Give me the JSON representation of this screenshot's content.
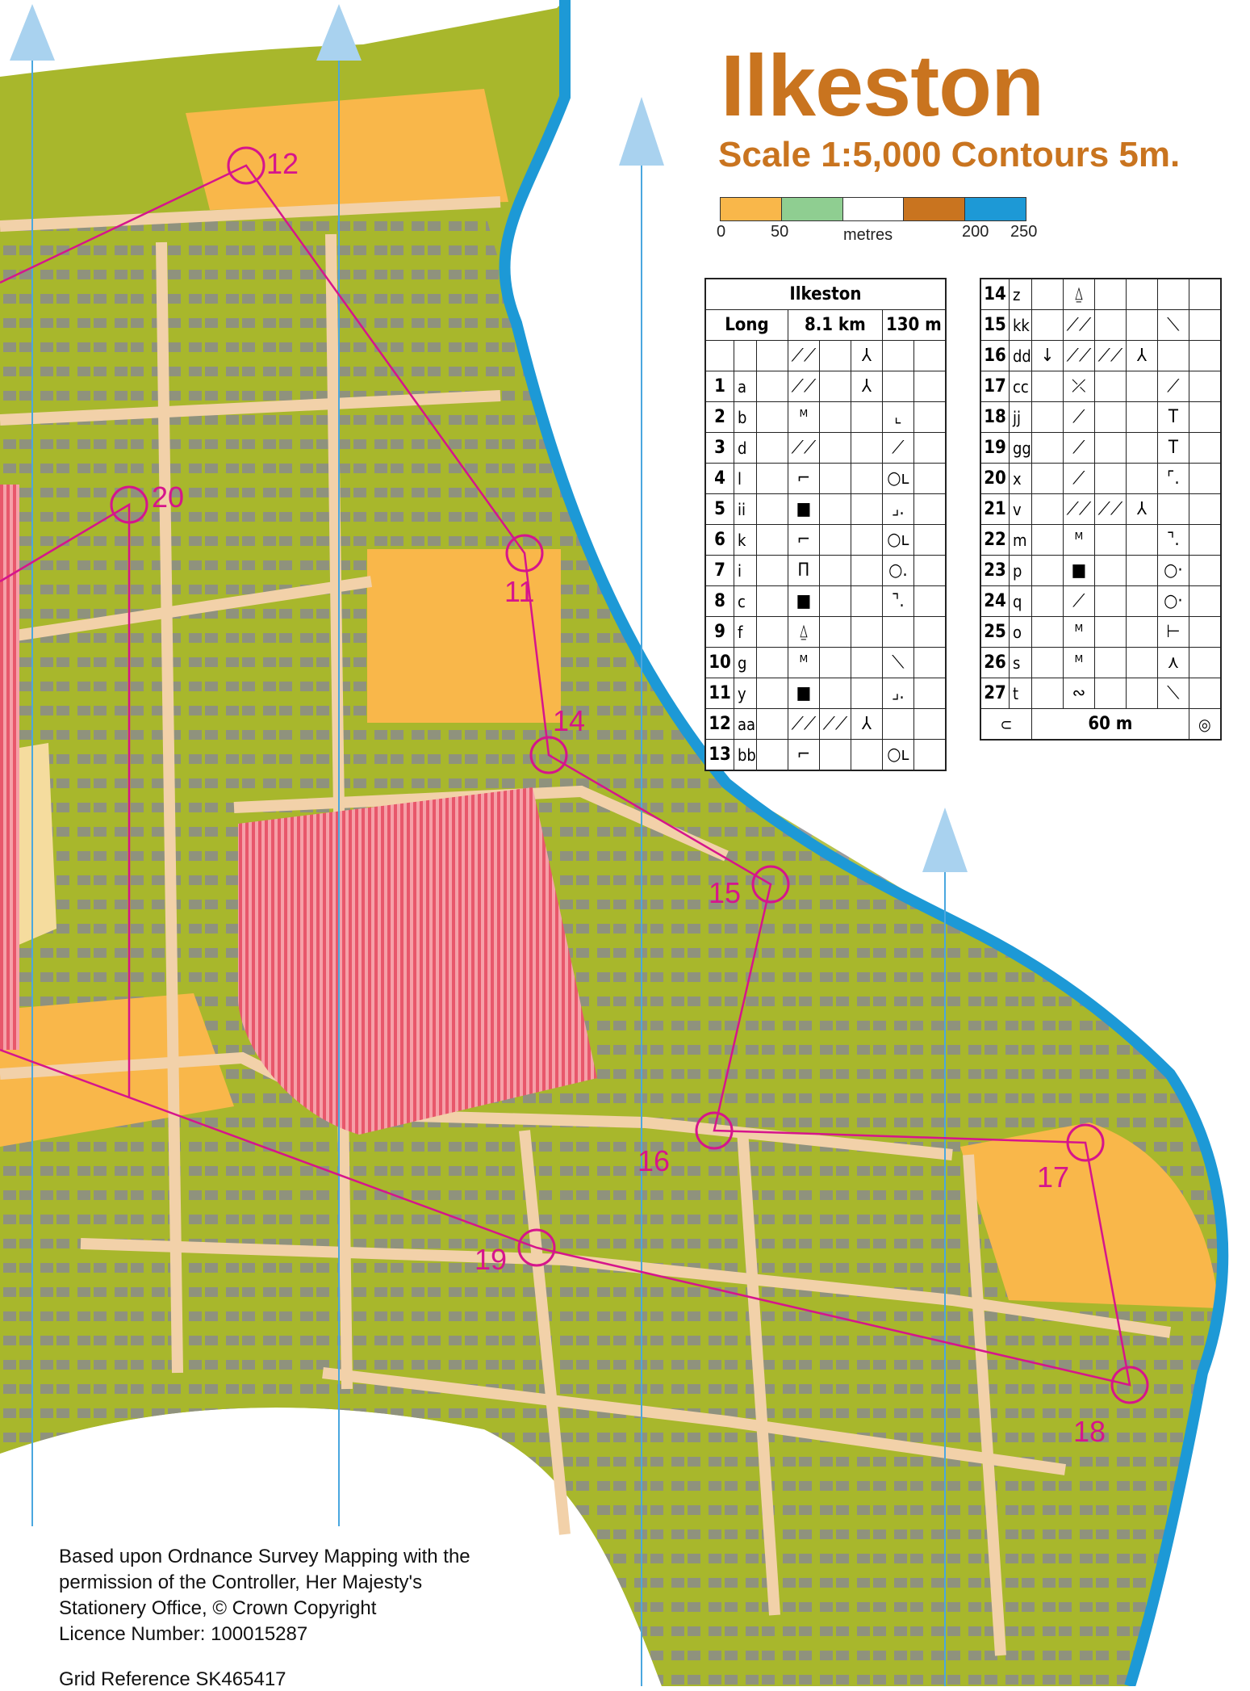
{
  "map": {
    "title": "Ilkeston",
    "subtitle": "Scale 1:5,000   Contours 5m.",
    "scale_bar": {
      "colors": [
        "#f9b74a",
        "#8fce91",
        "#ffffff",
        "#c9741f",
        "#1d99d6"
      ],
      "labels": [
        "0",
        "50",
        "metres",
        "200",
        "250"
      ]
    },
    "colors": {
      "forest": "#a8b72c",
      "open_land": "#f9b74a",
      "rough_open": "#f5dc9e",
      "building": "#8b8b8b",
      "paved": "#f2d1a9",
      "water": "#1d99d6",
      "course": "#d6158c",
      "out_of_bounds": "#e8576b",
      "north_arrow": "#a9d2ef"
    },
    "control_labels": [
      "11",
      "12",
      "14",
      "15",
      "16",
      "17",
      "18",
      "19",
      "20"
    ]
  },
  "control_description": {
    "event": "Ilkeston",
    "course": "Long",
    "length": "8.1 km",
    "climb": "130 m",
    "rows_1": [
      {
        "num": "",
        "code": "",
        "c3": "",
        "c4": "⟋⟋",
        "c5": "",
        "c6": "⅄",
        "c7": ""
      },
      {
        "num": "1",
        "code": "a",
        "c3": "",
        "c4": "⟋⟋",
        "c5": "",
        "c6": "⅄",
        "c7": ""
      },
      {
        "num": "2",
        "code": "b",
        "c3": "",
        "c4": "ᴹ",
        "c5": "",
        "c6": "",
        "c7": "⌞"
      },
      {
        "num": "3",
        "code": "d",
        "c3": "",
        "c4": "⟋⟋",
        "c5": "",
        "c6": "",
        "c7": "⟋"
      },
      {
        "num": "4",
        "code": "l",
        "c3": "",
        "c4": "⌐",
        "c5": "",
        "c6": "",
        "c7": "○ʟ"
      },
      {
        "num": "5",
        "code": "ii",
        "c3": "",
        "c4": "■",
        "c5": "",
        "c6": "",
        "c7": "⌟."
      },
      {
        "num": "6",
        "code": "k",
        "c3": "",
        "c4": "⌐",
        "c5": "",
        "c6": "",
        "c7": "○ʟ"
      },
      {
        "num": "7",
        "code": "i",
        "c3": "",
        "c4": "Π",
        "c5": "",
        "c6": "",
        "c7": "○."
      },
      {
        "num": "8",
        "code": "c",
        "c3": "",
        "c4": "■",
        "c5": "",
        "c6": "",
        "c7": "⌝."
      },
      {
        "num": "9",
        "code": "f",
        "c3": "",
        "c4": "⍙",
        "c5": "",
        "c6": "",
        "c7": ""
      },
      {
        "num": "10",
        "code": "g",
        "c3": "",
        "c4": "ᴹ",
        "c5": "",
        "c6": "",
        "c7": "⟍"
      },
      {
        "num": "11",
        "code": "y",
        "c3": "",
        "c4": "■",
        "c5": "",
        "c6": "",
        "c7": "⌟."
      },
      {
        "num": "12",
        "code": "aa",
        "c3": "",
        "c4": "⟋⟋",
        "c5": "⟋⟋",
        "c6": "⅄",
        "c7": ""
      },
      {
        "num": "13",
        "code": "bb",
        "c3": "",
        "c4": "⌐",
        "c5": "",
        "c6": "",
        "c7": "○ʟ"
      }
    ],
    "rows_2": [
      {
        "num": "14",
        "code": "z",
        "c3": "",
        "c4": "⍙",
        "c5": "",
        "c6": "",
        "c7": ""
      },
      {
        "num": "15",
        "code": "kk",
        "c3": "",
        "c4": "⟋⟋",
        "c5": "",
        "c6": "",
        "c7": "⟍"
      },
      {
        "num": "16",
        "code": "dd",
        "c3": "↓",
        "c4": "⟋⟋",
        "c5": "⟋⟋",
        "c6": "⅄",
        "c7": ""
      },
      {
        "num": "17",
        "code": "cc",
        "c3": "",
        "c4": "⤫",
        "c5": "",
        "c6": "",
        "c7": "⟋"
      },
      {
        "num": "18",
        "code": "jj",
        "c3": "",
        "c4": "⟋",
        "c5": "",
        "c6": "",
        "c7": "T"
      },
      {
        "num": "19",
        "code": "gg",
        "c3": "",
        "c4": "⟋",
        "c5": "",
        "c6": "",
        "c7": "T"
      },
      {
        "num": "20",
        "code": "x",
        "c3": "",
        "c4": "⟋",
        "c5": "",
        "c6": "",
        "c7": "⌜."
      },
      {
        "num": "21",
        "code": "v",
        "c3": "",
        "c4": "⟋⟋",
        "c5": "⟋⟋",
        "c6": "⅄",
        "c7": ""
      },
      {
        "num": "22",
        "code": "m",
        "c3": "",
        "c4": "ᴹ",
        "c5": "",
        "c6": "",
        "c7": "⌝."
      },
      {
        "num": "23",
        "code": "p",
        "c3": "",
        "c4": "■",
        "c5": "",
        "c6": "",
        "c7": "○·"
      },
      {
        "num": "24",
        "code": "q",
        "c3": "",
        "c4": "⟋",
        "c5": "",
        "c6": "",
        "c7": "○·"
      },
      {
        "num": "25",
        "code": "o",
        "c3": "",
        "c4": "ᴹ",
        "c5": "",
        "c6": "",
        "c7": "⊢"
      },
      {
        "num": "26",
        "code": "s",
        "c3": "",
        "c4": "ᴹ",
        "c5": "",
        "c6": "",
        "c7": "⋏"
      },
      {
        "num": "27",
        "code": "t",
        "c3": "",
        "c4": "∾",
        "c5": "",
        "c6": "",
        "c7": "⟍"
      }
    ],
    "finish": {
      "distance": "60 m"
    }
  },
  "credit": {
    "lines": [
      "Based upon Ordnance Survey Mapping with the",
      "permission of the Controller, Her Majesty's",
      "Stationery Office, © Crown Copyright",
      "Licence Number: 100015287"
    ],
    "grid_reference": "Grid Reference  SK465417"
  }
}
